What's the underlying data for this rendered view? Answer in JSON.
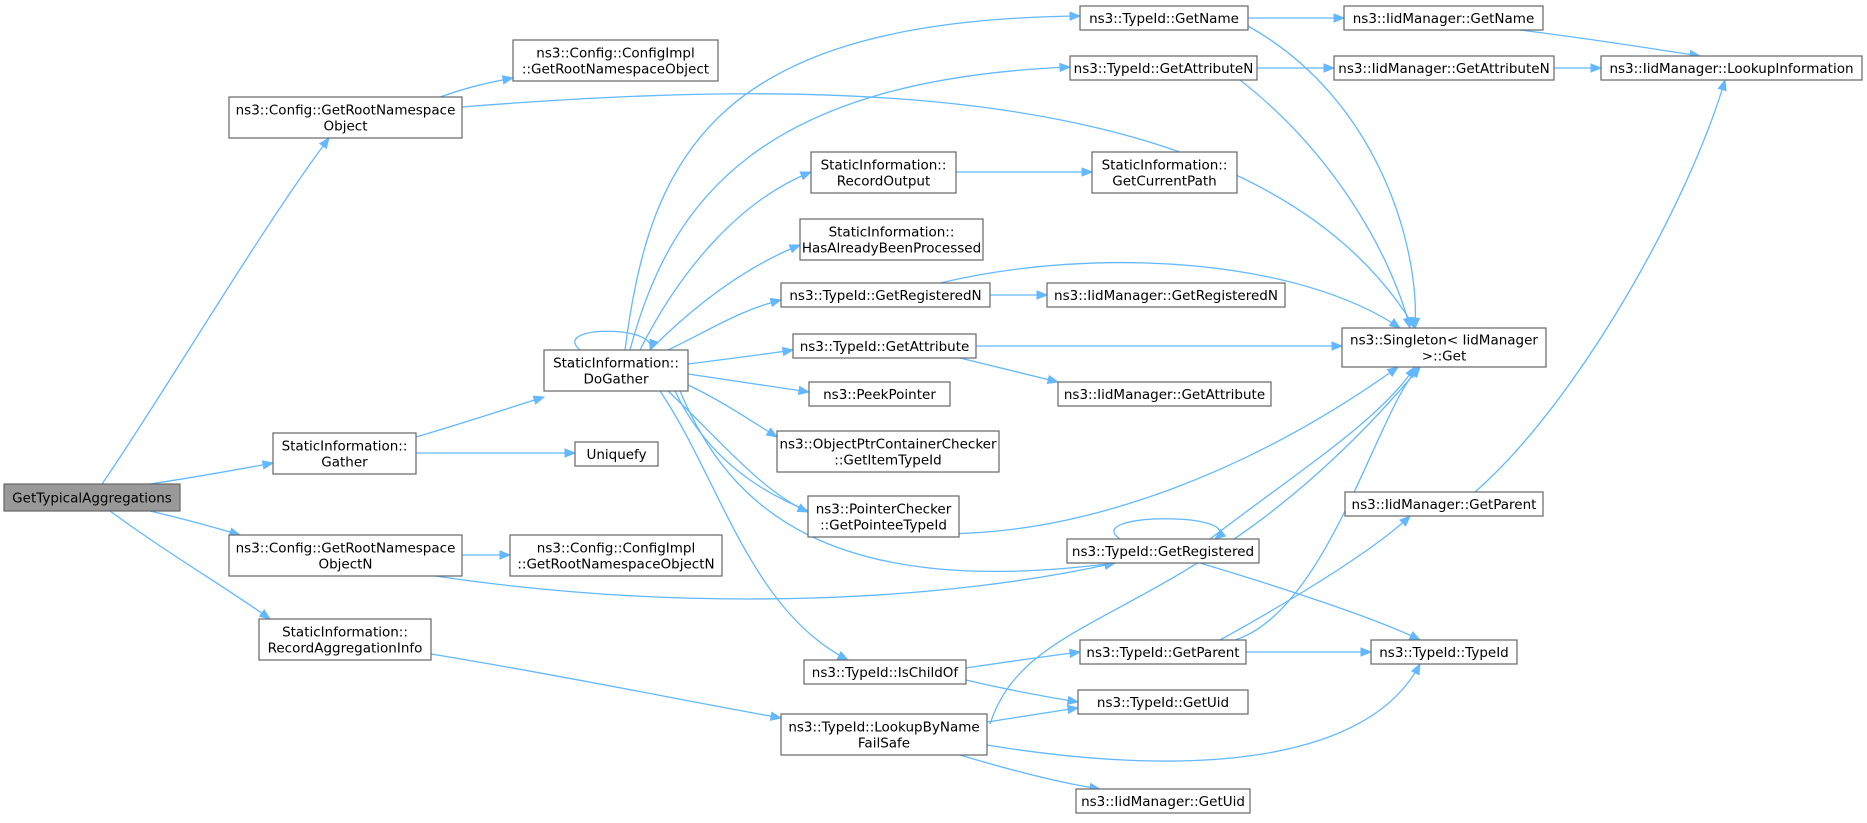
{
  "diagram": {
    "type": "call-graph",
    "colors": {
      "edge": "#63b8ff",
      "node_border": "#666666",
      "root_fill": "#999999",
      "node_fill": "#ffffff"
    },
    "nodes": [
      {
        "id": "root",
        "lines": [
          "GetTypicalAggregations"
        ],
        "root": true
      },
      {
        "id": "cfgRoot",
        "lines": [
          "ns3::Config::GetRootNamespace",
          "Object"
        ]
      },
      {
        "id": "implRoot",
        "lines": [
          "ns3::Config::ConfigImpl",
          "::GetRootNamespaceObject"
        ]
      },
      {
        "id": "gather",
        "lines": [
          "StaticInformation::",
          "Gather"
        ]
      },
      {
        "id": "cfgRootN",
        "lines": [
          "ns3::Config::GetRootNamespace",
          "ObjectN"
        ]
      },
      {
        "id": "implRootN",
        "lines": [
          "ns3::Config::ConfigImpl",
          "::GetRootNamespaceObjectN"
        ]
      },
      {
        "id": "recAgg",
        "lines": [
          "StaticInformation::",
          "RecordAggregationInfo"
        ]
      },
      {
        "id": "doGather",
        "lines": [
          "StaticInformation::",
          "DoGather"
        ]
      },
      {
        "id": "uniquefy",
        "lines": [
          "Uniquefy"
        ]
      },
      {
        "id": "tidGetName",
        "lines": [
          "ns3::TypeId::GetName"
        ]
      },
      {
        "id": "tidGetAttrN",
        "lines": [
          "ns3::TypeId::GetAttributeN"
        ]
      },
      {
        "id": "recOut",
        "lines": [
          "StaticInformation::",
          "RecordOutput"
        ]
      },
      {
        "id": "hasProc",
        "lines": [
          "StaticInformation::",
          "HasAlreadyBeenProcessed"
        ]
      },
      {
        "id": "tidGetRegN",
        "lines": [
          "ns3::TypeId::GetRegisteredN"
        ]
      },
      {
        "id": "tidGetAttr",
        "lines": [
          "ns3::TypeId::GetAttribute"
        ]
      },
      {
        "id": "peek",
        "lines": [
          "ns3::PeekPointer"
        ]
      },
      {
        "id": "optrItem",
        "lines": [
          "ns3::ObjectPtrContainerChecker",
          "::GetItemTypeId"
        ]
      },
      {
        "id": "ptrPointee",
        "lines": [
          "ns3::PointerChecker",
          "::GetPointeeTypeId"
        ]
      },
      {
        "id": "tidIsChild",
        "lines": [
          "ns3::TypeId::IsChildOf"
        ]
      },
      {
        "id": "tidLookup",
        "lines": [
          "ns3::TypeId::LookupByName",
          "FailSafe"
        ]
      },
      {
        "id": "curPath",
        "lines": [
          "StaticInformation::",
          "GetCurrentPath"
        ]
      },
      {
        "id": "iidGetRegN",
        "lines": [
          "ns3::IidManager::GetRegisteredN"
        ]
      },
      {
        "id": "iidGetAttr",
        "lines": [
          "ns3::IidManager::GetAttribute"
        ]
      },
      {
        "id": "tidGetReg",
        "lines": [
          "ns3::TypeId::GetRegistered"
        ]
      },
      {
        "id": "tidGetParent",
        "lines": [
          "ns3::TypeId::GetParent"
        ]
      },
      {
        "id": "tidGetUid",
        "lines": [
          "ns3::TypeId::GetUid"
        ]
      },
      {
        "id": "iidGetUid",
        "lines": [
          "ns3::IidManager::GetUid"
        ]
      },
      {
        "id": "iidGetName",
        "lines": [
          "ns3::IidManager::GetName"
        ]
      },
      {
        "id": "iidGetAttrN",
        "lines": [
          "ns3::IidManager::GetAttributeN"
        ]
      },
      {
        "id": "singleton",
        "lines": [
          "ns3::Singleton< IidManager",
          ">::Get"
        ]
      },
      {
        "id": "iidGetParent",
        "lines": [
          "ns3::IidManager::GetParent"
        ]
      },
      {
        "id": "tidTypeId",
        "lines": [
          "ns3::TypeId::TypeId"
        ]
      },
      {
        "id": "iidLookup",
        "lines": [
          "ns3::IidManager::LookupInformation"
        ]
      }
    ],
    "edges": [
      [
        "root",
        "cfgRoot"
      ],
      [
        "root",
        "gather"
      ],
      [
        "root",
        "cfgRootN"
      ],
      [
        "root",
        "recAgg"
      ],
      [
        "cfgRoot",
        "implRoot"
      ],
      [
        "cfgRoot",
        "singleton"
      ],
      [
        "gather",
        "doGather"
      ],
      [
        "gather",
        "uniquefy"
      ],
      [
        "cfgRootN",
        "implRootN"
      ],
      [
        "cfgRootN",
        "tidGetReg"
      ],
      [
        "recAgg",
        "tidLookup"
      ],
      [
        "doGather",
        "doGather"
      ],
      [
        "doGather",
        "tidGetName"
      ],
      [
        "doGather",
        "tidGetAttrN"
      ],
      [
        "doGather",
        "recOut"
      ],
      [
        "doGather",
        "hasProc"
      ],
      [
        "doGather",
        "tidGetRegN"
      ],
      [
        "doGather",
        "tidGetAttr"
      ],
      [
        "doGather",
        "peek"
      ],
      [
        "doGather",
        "optrItem"
      ],
      [
        "doGather",
        "ptrPointee"
      ],
      [
        "doGather",
        "tidGetReg"
      ],
      [
        "doGather",
        "tidIsChild"
      ],
      [
        "doGather",
        "singleton"
      ],
      [
        "tidGetName",
        "iidGetName"
      ],
      [
        "tidGetName",
        "singleton"
      ],
      [
        "tidGetAttrN",
        "iidGetAttrN"
      ],
      [
        "tidGetAttrN",
        "singleton"
      ],
      [
        "recOut",
        "curPath"
      ],
      [
        "tidGetRegN",
        "iidGetRegN"
      ],
      [
        "tidGetRegN",
        "singleton"
      ],
      [
        "tidGetAttr",
        "iidGetAttr"
      ],
      [
        "tidGetAttr",
        "singleton"
      ],
      [
        "tidIsChild",
        "tidGetParent"
      ],
      [
        "tidIsChild",
        "tidGetUid"
      ],
      [
        "tidLookup",
        "tidGetUid"
      ],
      [
        "tidLookup",
        "iidGetUid"
      ],
      [
        "tidLookup",
        "tidTypeId"
      ],
      [
        "tidLookup",
        "singleton"
      ],
      [
        "tidGetReg",
        "tidGetReg"
      ],
      [
        "tidGetReg",
        "singleton"
      ],
      [
        "tidGetReg",
        "tidTypeId"
      ],
      [
        "tidGetParent",
        "tidTypeId"
      ],
      [
        "tidGetParent",
        "iidGetParent"
      ],
      [
        "tidGetParent",
        "singleton"
      ],
      [
        "iidGetName",
        "iidLookup"
      ],
      [
        "iidGetAttrN",
        "iidLookup"
      ],
      [
        "iidGetParent",
        "iidLookup"
      ]
    ]
  }
}
